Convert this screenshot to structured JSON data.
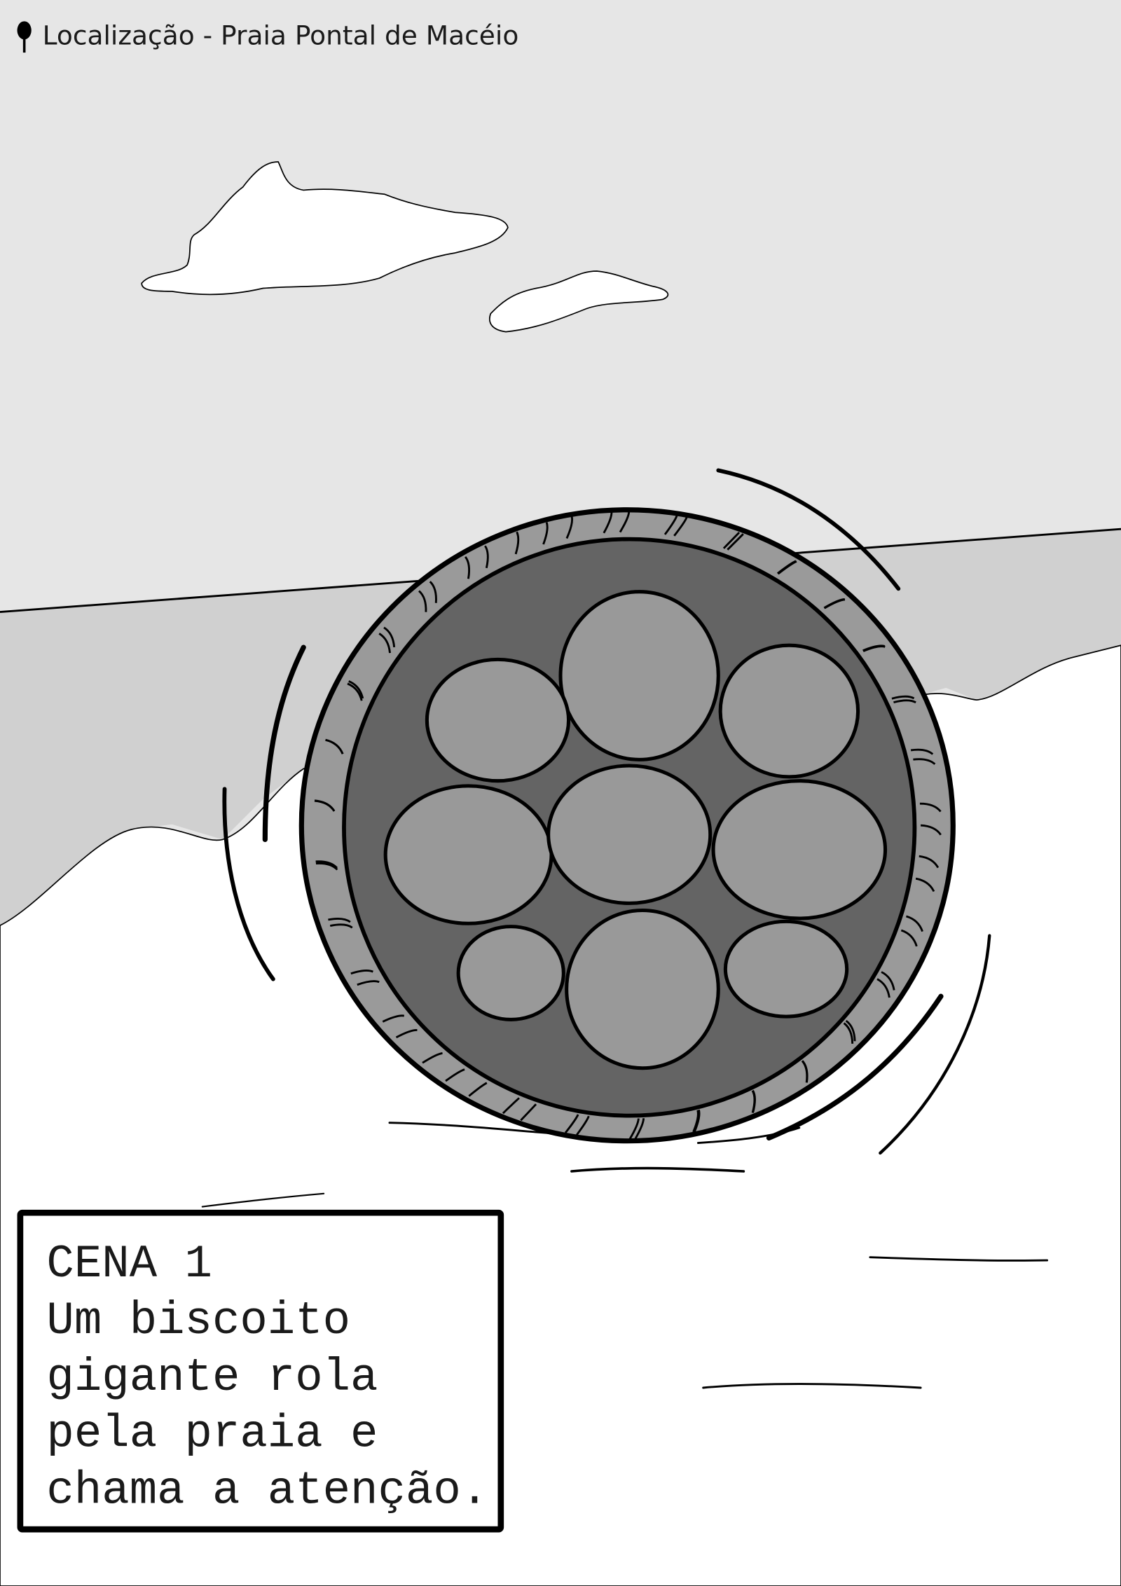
{
  "header": {
    "icon": "map-pin-icon",
    "location": "Localização - Praia Pontal de Macéio"
  },
  "scene": {
    "colors": {
      "sky": "#e6e6e6",
      "sea": "#d0d0d0",
      "sand": "#ffffff",
      "cookie_rim": "#9a9a9a",
      "cookie_center": "#646464",
      "chips": "#999999",
      "outline": "#000000"
    }
  },
  "caption": {
    "lines": [
      "CENA 1",
      "Um biscoito",
      "gigante rola",
      "pela praia e",
      "chama a atenção."
    ]
  }
}
